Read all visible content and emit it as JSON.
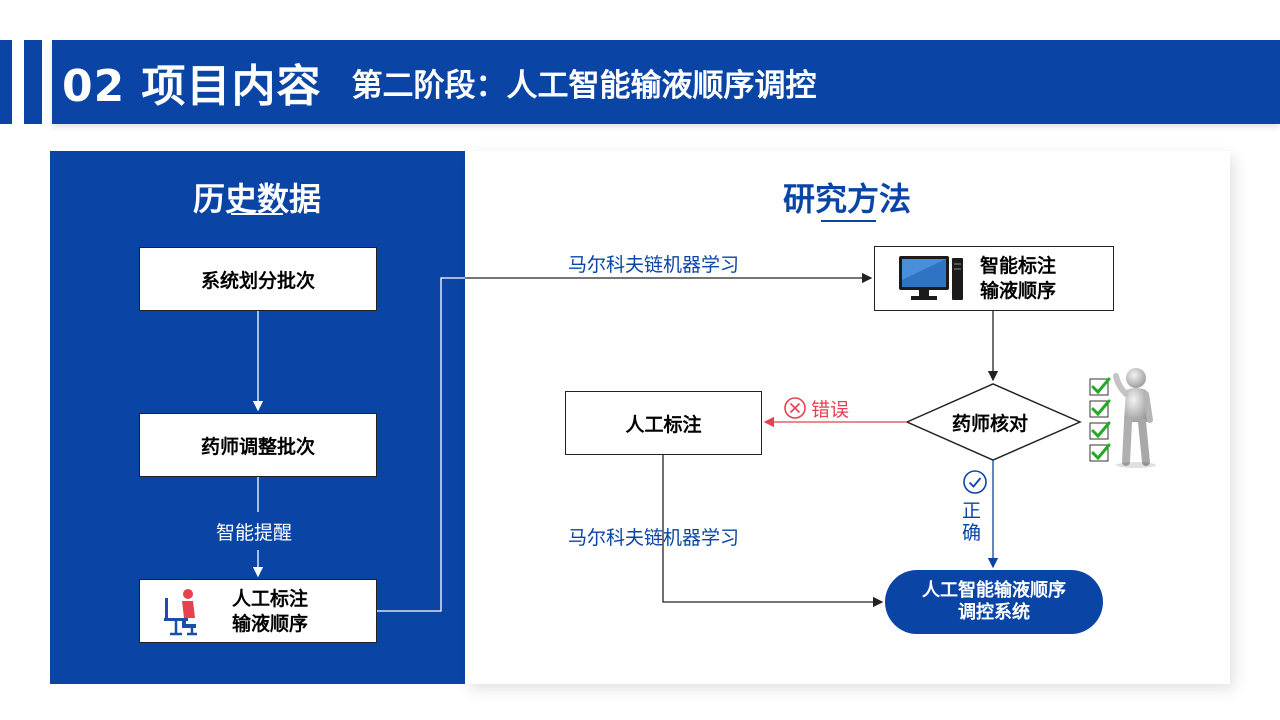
{
  "header": {
    "number_title": "02 项目内容",
    "subtitle": "第二阶段：人工智能输液顺序调控"
  },
  "left_panel": {
    "title": "历史数据",
    "steps": [
      "系统划分批次",
      "药师调整批次"
    ],
    "reminder_label": "智能提醒",
    "manual_step": [
      "人工标注",
      "输液顺序"
    ]
  },
  "right_panel": {
    "title": "研究方法",
    "markov_top": "马尔科夫链机器学习",
    "smart_box": [
      "智能标注",
      "输液顺序"
    ],
    "check_node": "药师核对",
    "error_label": "错误",
    "manual_box": "人工标注",
    "correct_label": [
      "正",
      "确"
    ],
    "markov_bottom": "马尔科夫链机器学习",
    "result_system": [
      "人工智能输液顺序",
      "调控系统"
    ]
  },
  "colors": {
    "brand_blue": "#0a45a6",
    "error_red": "#e8404f",
    "check_green": "#22aa22"
  },
  "icons": [
    "person-at-desk-icon",
    "computer-icon",
    "error-x-circle-icon",
    "checkmark-circle-icon",
    "checklist-icon",
    "3d-figure-icon"
  ]
}
